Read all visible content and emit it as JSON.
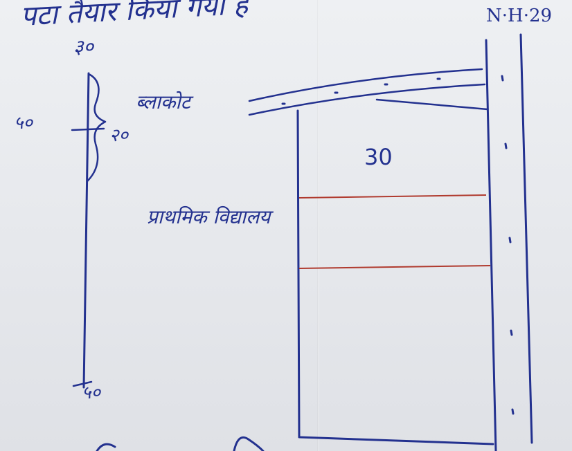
{
  "note": {
    "heading": "पटा तैयार किया गया है",
    "highway_label": "N·H·29",
    "top_measure": "३०",
    "left_measure": "५०",
    "mid_measure": "२०",
    "bottom_measure": "५०",
    "shed_label": "ब्लाकोट",
    "plot_width": "30",
    "school_label": "प्राथमिक विद्यालय"
  },
  "colors": {
    "ink": "#23318f",
    "red_line": "#b03a2e",
    "paper": "#e9ebef"
  }
}
